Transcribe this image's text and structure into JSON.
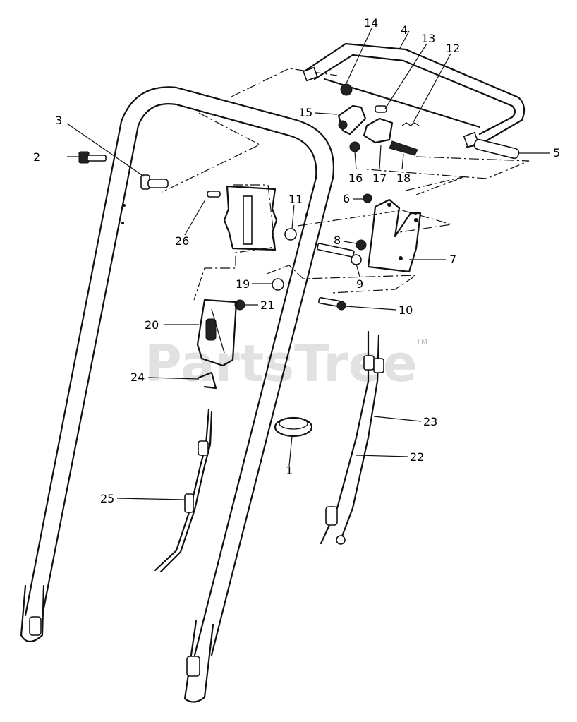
{
  "watermark": {
    "text": "PartsTree",
    "trademark": "TM"
  },
  "callouts": {
    "c1": "1",
    "c2": "2",
    "c3": "3",
    "c4": "4",
    "c5": "5",
    "c6": "6",
    "c7": "7",
    "c8": "8",
    "c9": "9",
    "c10": "10",
    "c11": "11",
    "c12": "12",
    "c13": "13",
    "c14": "14",
    "c15": "15",
    "c16": "16",
    "c17": "17",
    "c18": "18",
    "c19": "19",
    "c20": "20",
    "c21": "21",
    "c22": "22",
    "c23": "23",
    "c24": "24",
    "c25": "25",
    "c26": "26"
  }
}
